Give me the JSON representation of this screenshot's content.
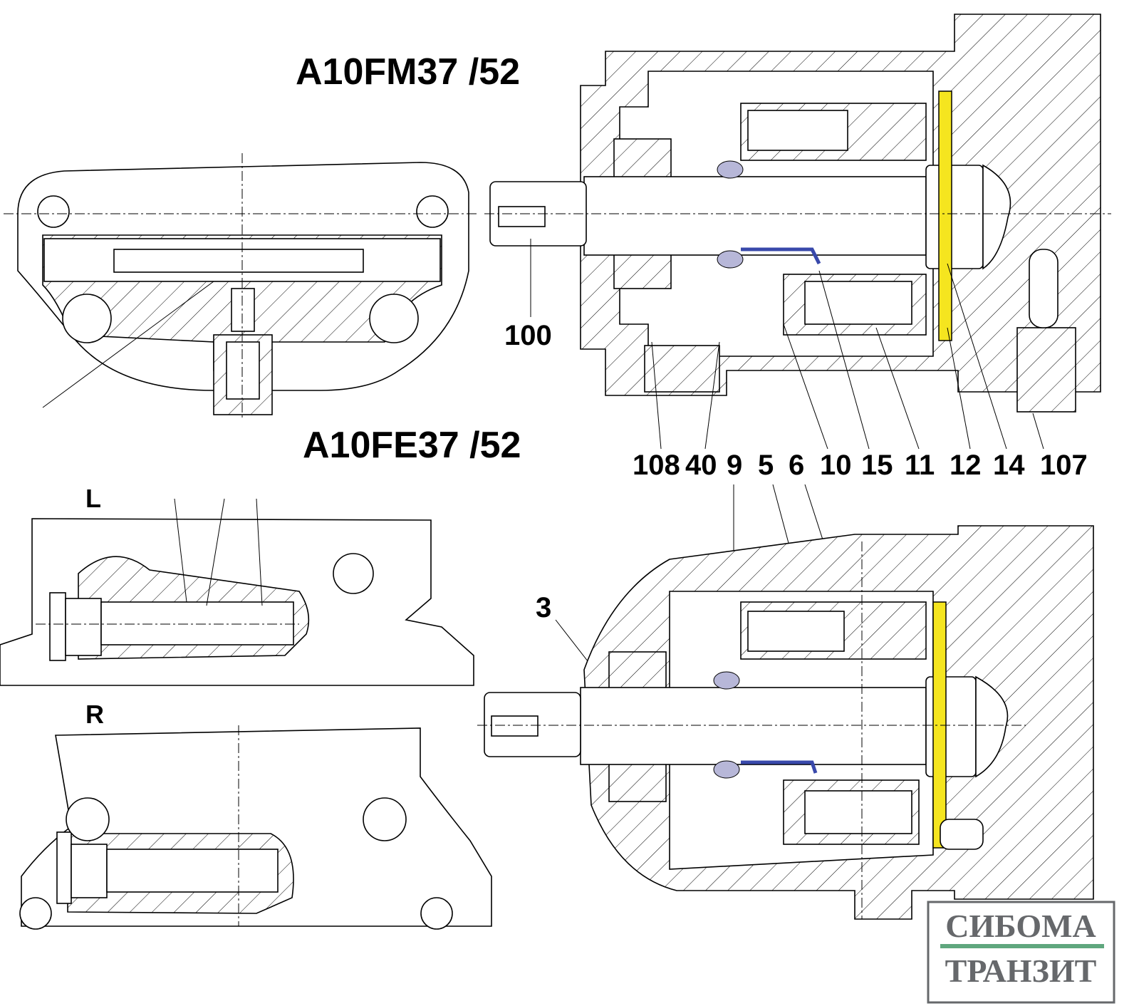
{
  "titles": {
    "top": "A10FM37 /52",
    "bottom": "A10FE37 /52"
  },
  "side_labels": {
    "left": "L",
    "right": "R"
  },
  "callouts": {
    "shaft": "100",
    "bearing_front": "3"
  },
  "part_numbers": [
    "108",
    "40",
    "9",
    "5",
    "6",
    "10",
    "15",
    "11",
    "12",
    "14",
    "107"
  ],
  "logo": {
    "line1": "СИБОМА",
    "line2": "ТРАНЗИТ",
    "text_color": "#66686b",
    "bar_color": "#5fa77e"
  },
  "colors": {
    "valve_plate": "#f5e51f",
    "seal": "#3949ab",
    "bushing": "#b7b7d8"
  }
}
